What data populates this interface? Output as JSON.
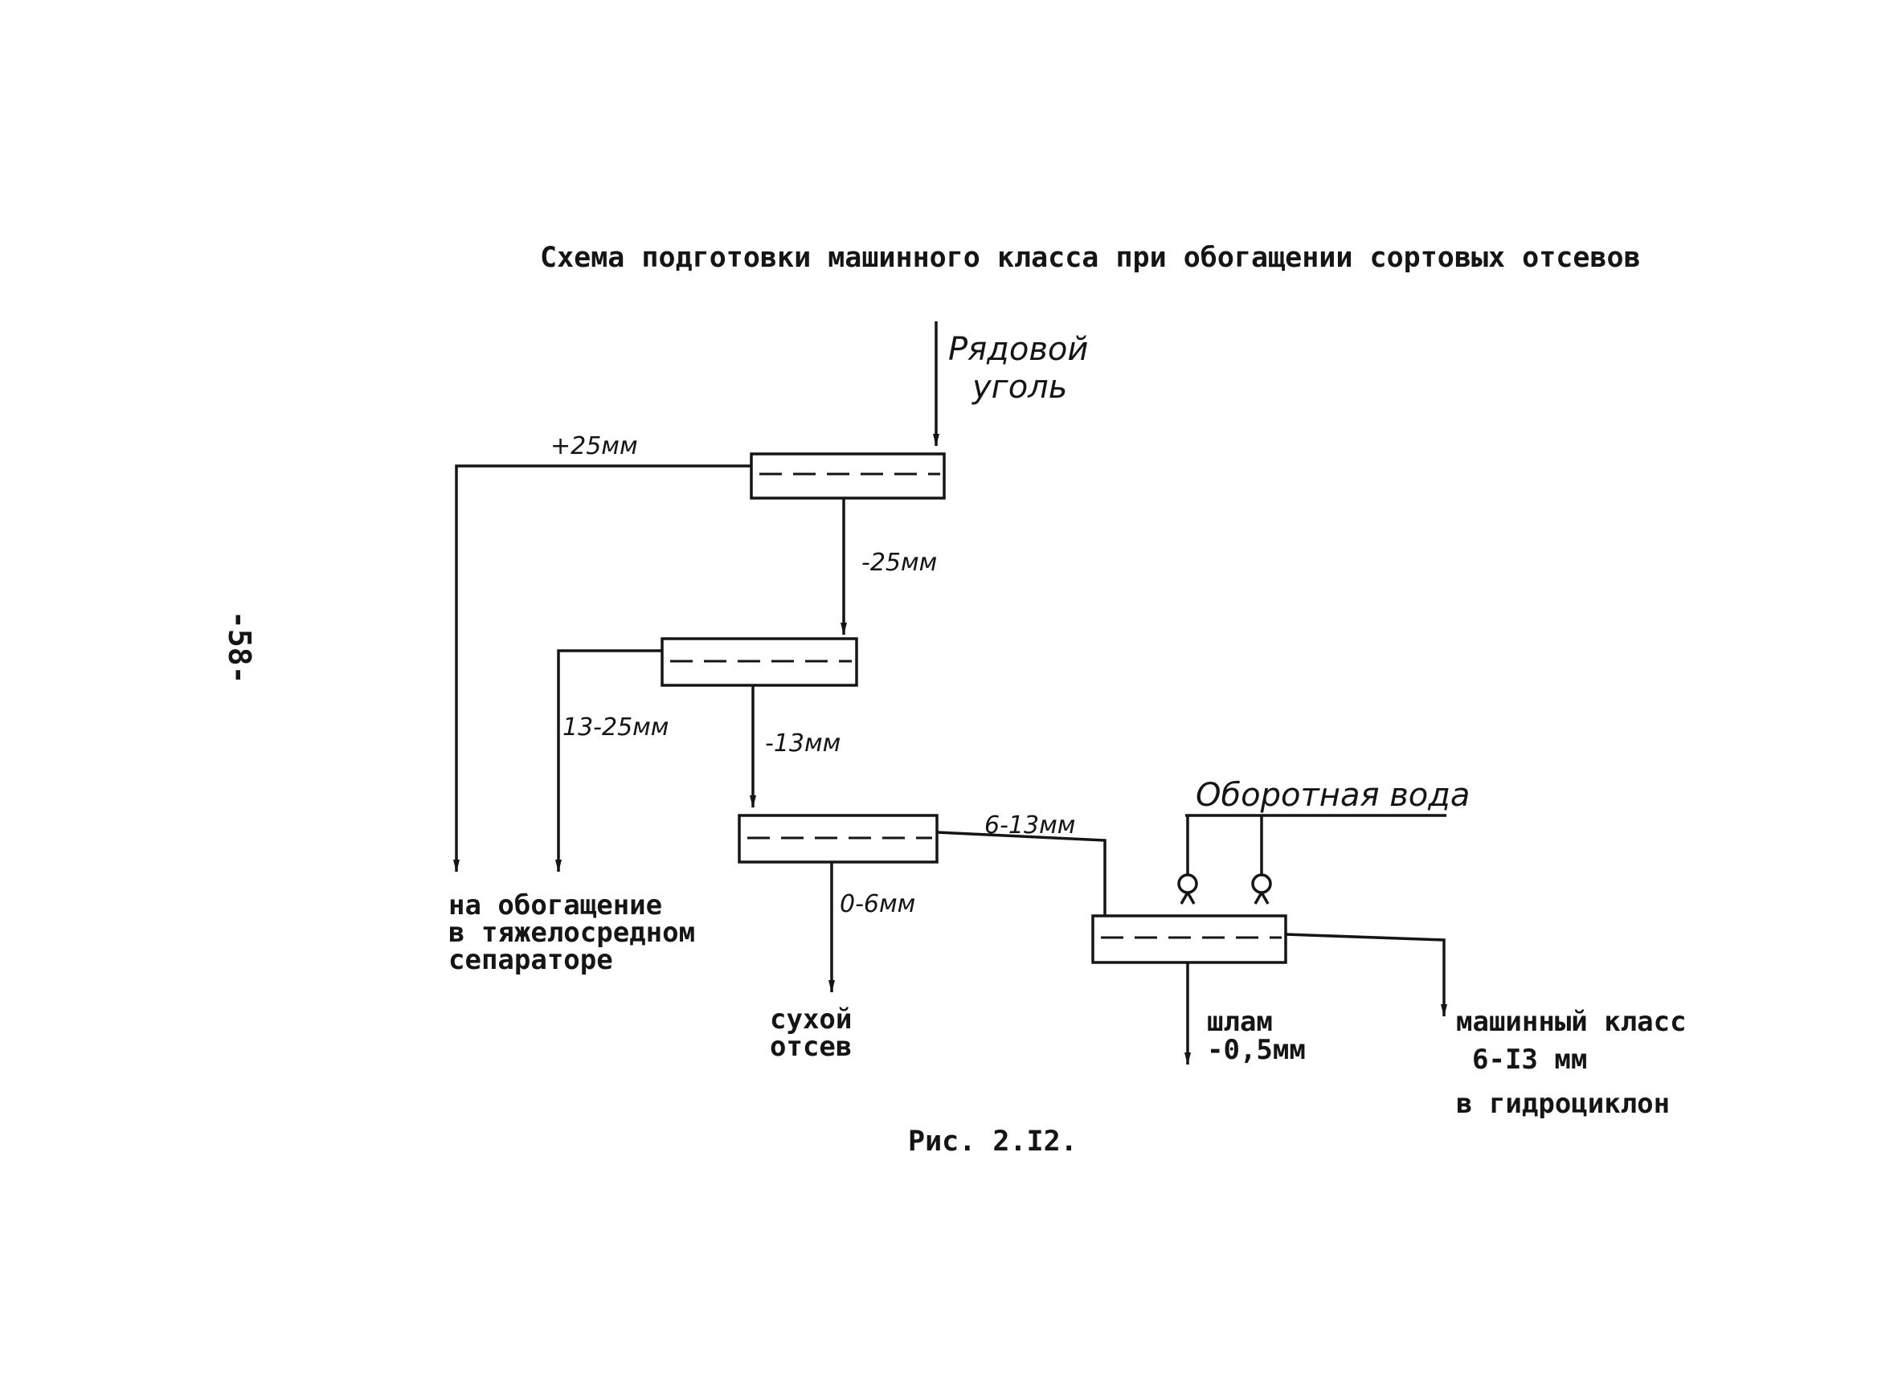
{
  "page_number": "-58-",
  "title": "Схема подготовки машинного класса при обогащении сортовых отсевов",
  "caption": "Рис. 2.I2.",
  "inputs": {
    "raw_coal": [
      "Рядовой",
      "уголь"
    ],
    "recycled_water": "Оборотная вода"
  },
  "streams": {
    "plus25": "+25мм",
    "minus25": "-25мм",
    "s13_25": "13-25мм",
    "minus13": "-13мм",
    "s6_13": "6-13мм",
    "s0_6": "0-6мм"
  },
  "outputs": {
    "heavy_media": [
      "на обогащение",
      "в тяжелосредном",
      "сепараторе"
    ],
    "dry_screenings": [
      "сухой",
      "отсев"
    ],
    "sludge": [
      "шлам",
      "-0,5мм"
    ],
    "machine_class": [
      "машинный класс",
      "6-I3 мм",
      "в гидроциклон"
    ]
  }
}
